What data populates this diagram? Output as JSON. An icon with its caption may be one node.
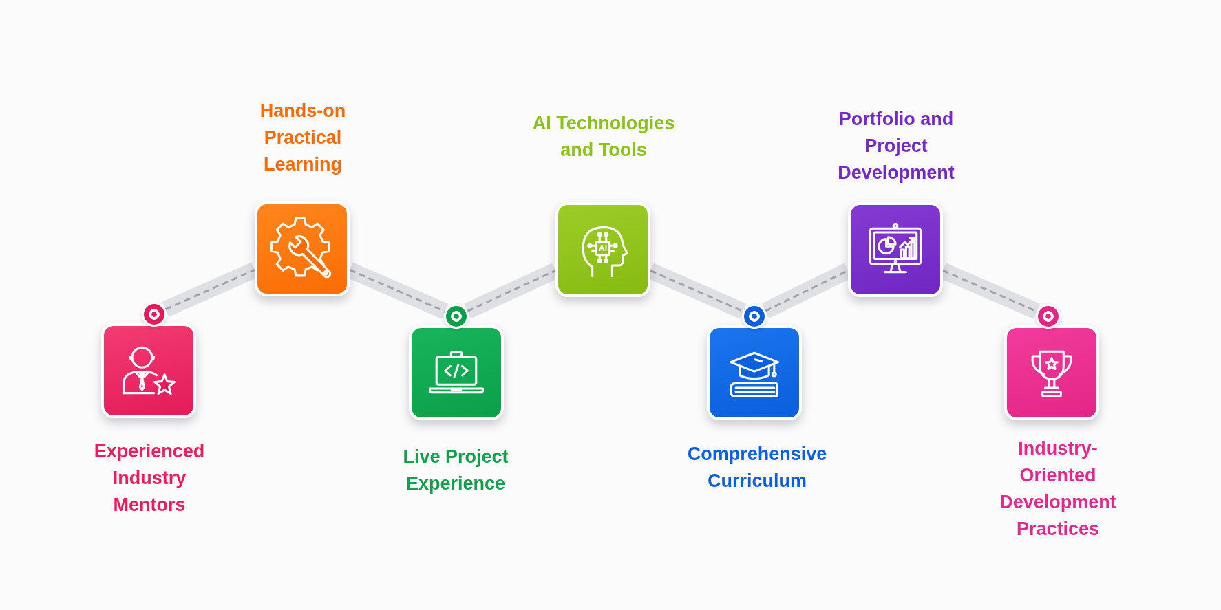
{
  "diagram": {
    "nodes": [
      {
        "text": [
          "Experienced Industry Mentors"
        ]
      },
      {
        "text": [],
        "shape": "circle"
      },
      {
        "text": [
          "Hands-on Practical Learning"
        ]
      },
      {
        "text": [
          "Live Project Experience"
        ]
      },
      {
        "text": [],
        "shape": "circle"
      },
      {
        "text": [
          "AI Technologies and Tools",
          "AI"
        ]
      },
      {
        "text": [
          "Comprehensive Curriculum"
        ]
      },
      {
        "text": [],
        "shape": "circle"
      },
      {
        "text": [
          "Portfolio and Project Development"
        ]
      },
      {
        "text": [
          "Industry-Oriented Development Practices"
        ]
      },
      {
        "text": [],
        "shape": "circle"
      }
    ],
    "edges": [
      {
        "from": 1,
        "to": 2,
        "arrow": "none"
      },
      {
        "from": 2,
        "to": 4,
        "arrow": "none"
      },
      {
        "from": 4,
        "to": 5,
        "arrow": "none"
      },
      {
        "from": 5,
        "to": 7,
        "arrow": "none"
      },
      {
        "from": 7,
        "to": 8,
        "arrow": "none"
      },
      {
        "from": 8,
        "to": 10,
        "arrow": "none"
      }
    ]
  }
}
